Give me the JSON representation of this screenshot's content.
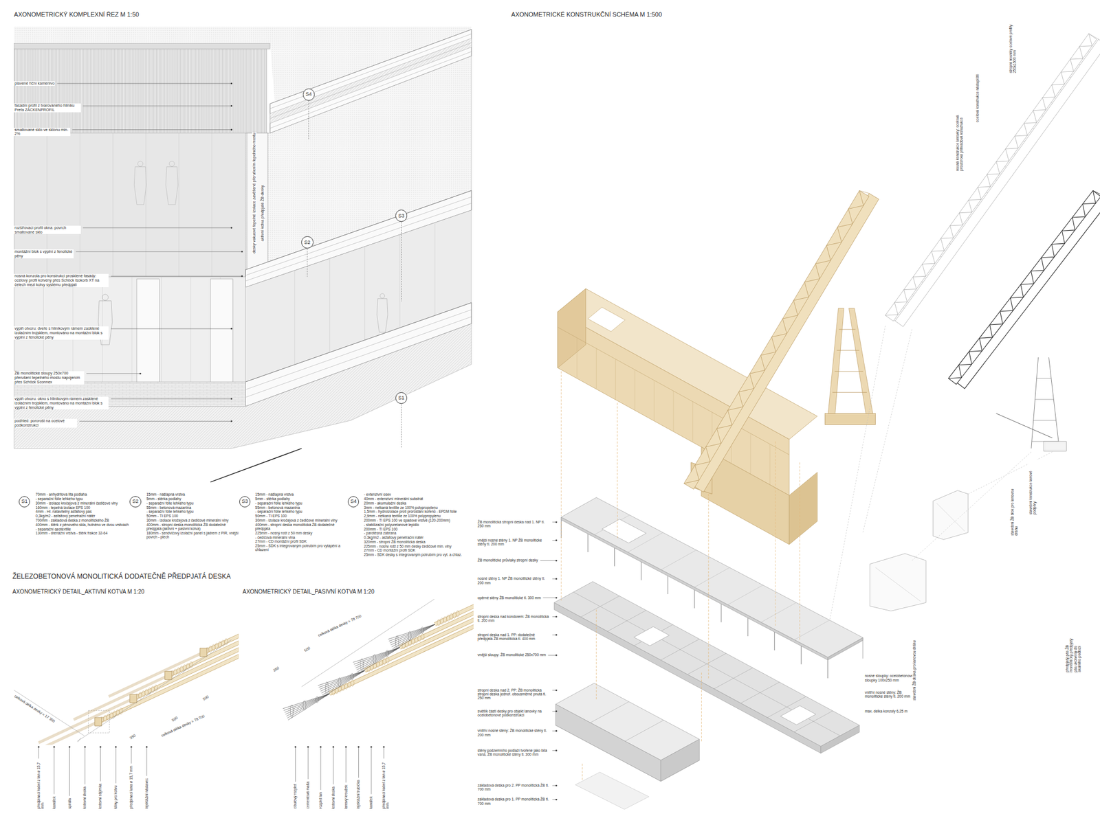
{
  "diagram": {
    "title": "AXONOMETRICKÝ KOMPLEXNÍ ŘEZ M 1:50",
    "nodes": [
      {
        "text": [
          "S4"
        ]
      },
      {
        "text": [
          "S3"
        ]
      },
      {
        "text": [
          "S2"
        ]
      },
      {
        "text": [
          "S1"
        ]
      },
      {
        "text": [
          "S1"
        ]
      },
      {
        "text": [
          "S2"
        ]
      },
      {
        "text": [
          "S3"
        ]
      },
      {
        "text": [
          "S4"
        ]
      }
    ],
    "labels": [
      "AXONOMETRICKÉ KONSTRUKČNÍ SCHÉMA M 1:500",
      "ŽELEZOBETONOVÁ MONOLITICKÁ DODATEČNĚ PŘEDPJATÁ DESKA",
      "AXONOMETRICKÝ DETAIL_AKTIVNÍ KOTVA M 1:20",
      "AXONOMETRICKÝ DETAIL_PASIVNÍ KOTVA M 1:20",
      "plavené říční kamenivo",
      "fasádní profil z tvarovaného hliníku Prefa ZACKENPROFIL",
      "smaltované sklo ve sklonu min. 2%",
      "rozšiřovací profil okna: povrch smaltované sklo",
      "montážní blok s výplní z fenolické pěny",
      "nosná konzola pro konstrukci prosklené fasády: ocelový profil kotvený přes Schöck Isokorb XT na čelech mezi kotvy systému předpjatí",
      "výplň otvoru: dveře s hliníkovým rámem zasklené izolačním trojsklem, montováno na montážní blok s výplní z fenolické pěny",
      "ŽB monolitické sloupy 250x700 přerušení tepelného mostu napojením přes Schöck Sconnex",
      "výplň otvoru: okno s hliníkovým rámem zasklené izolačním trojsklem, montováno na montážní blok s výplní z fenolické pěny",
      "podhled: pororošt na ocelové podkonstrukci",
      "desky vakuové tepelné izolace zavěšené přerušením tepelného mostu",
      "aktivní kotva předpjaté ŽB desky",
      "70mm - anhydritová litá podlaha",
      "- separační fólie lehkého typu",
      "30mm - izolace kročejová z minerální čedičové vlny",
      "160mm - tepelná izolace EPS 100",
      "4mm - Hr. natavitelný asfaltový pás",
      "0,3kg/m2 - asfaltový penetrační nátěr",
      "700mm - základová deska z monolitického ŽB",
      "400mm - štěrk z pěnového skla, hutněno ve dvou vrstvách",
      "- separační geotextilie",
      "130mm - drenážní vrstva - štěrk frakce 32-64",
      "15mm - nášlapná vrstva",
      "5mm - stěrka podlahy",
      "- separační fólie lehkého typu",
      "55mm - betonová mazanina",
      "- separační fólie lehkého typu",
      "50mm - TI EPS 100",
      "30mm - izolace kročejová z čedičové minerální vlny",
      "400mm - stropní deska monolitická ŽB dodatečně předpjatá (aktivní + pasivní kotva)",
      "180mm - sendvičový izolační panel s jádrem z PIR, vnější povrch - plech",
      "15mm - nášlapná vrstva",
      "5mm - stěrka podlahy",
      "- separační fólie lehkého typu",
      "55mm - betonová mazanina",
      "- separační fólie lehkého typu",
      "50mm - TI EPS 100",
      "30mm - izolace kročejová z čedičové minerální vlny",
      "400mm - stropní deska monolitická ŽB dodatečně předpjatá",
      "225mm - nosný rošt z 50 mm desky",
      "- čedičová minerální vlna",
      "27mm - CD montážní profil SDK",
      "25mm - SDK s integrovaným potrubím pro vytápění a chlazení",
      "- extenzivní osev",
      "40mm - extenzivní minerální substrát",
      "20mm - akumulační deska",
      "3mm - netkaná textilie ze 100% polypropylenu",
      "1,5mm - hydroizolace proti prorůstání kořenů - EPDM fólie",
      "2,9mm - netkaná textilie ze 100% polypropylenu",
      "200mm - TI EPS 100 ve spádové vrstvě (120-200mm)",
      "- stabilizační polyuretanové lepidlo",
      "200mm - TI EPS 100",
      "- parotěsná zábrana",
      "0,3kg/m2 - asfaltový penetrační nátěr",
      "320mm - stropní ŽB monolitická deska",
      "225mm - nosný rošt z 50 mm desky čedičové min. vlny",
      "27mm - CD montážní profil SDK",
      "25mm - SDK desky s integrovaným potrubím pro vyt. a chlaz.",
      "celková délka desky = 17 300",
      "celková délka desky = 78 700",
      "500",
      "500",
      "350",
      "celková délka desky = 78 700",
      "500",
      "350",
      "předpínací kabel z lan ø 15,7 mm",
      "kanálek",
      "spirála",
      "kotevní deska",
      "kotevní objímka",
      "klíny pro kotvu",
      "předpínací lana ø 15,7 mm",
      "injektážní nástavec",
      "cibulový rozplet",
      "cementová malta",
      "rozplet lan",
      "kotevní deska",
      "lanový kroužek",
      "injektážní trubička",
      "kanálek",
      "předpínací kabel z lan ø 15,7 mm",
      "ŽB monolitická stropní deska nad 1. NP tl. 250 mm",
      "vnější nosné stěny 1. NP ŽB monolitické stěny tl. 200 mm",
      "ŽB monolitické průvlaky stropní desky",
      "nosné stěny 1. NP ŽB monolitické stěny tl. 200 mm",
      "opěrné stěny ŽB monolitické tl. 300 mm",
      "stropní deska nad kondorem: ŽB monolitická tl. 200 mm",
      "stropní deska nad 1. PP: dodatečně předpjatá ŽB monolitická tl. 400 mm",
      "vnější sloupy: ŽB monolitické 250x700 mm",
      "stropní deska nad 2. PP: ŽB monolitická stropní deska jednoř. obousměrně pnutá tl. 250 mm",
      "světlík části desky pro objekt lanovky na ocelobetonové podkonstrukci",
      "vnitřní nosné stěny: ŽB monolitické stěny tl. 200 mm",
      "stěny podzemního podlaží tvořené jako bílá vana, ŽB monolitické stěny tl. 300 mm",
      "základová deska pro 2. PP monolitická ŽB tl. 700 mm",
      "základová deska pro 1. PP monolitická ŽB tl. 700 mm",
      "nosné sloupky: ocelobetonové sloupky 100x250 mm",
      "vnitřní nosné stěny: ŽB monolitické stěny tl. 200 mm",
      "max. délka konzoly 6,25 m",
      "stropní nosníky ocelové profily 250x1500 mm",
      "ocelová konstrukce nástupiště",
      "nosná konstrukce lanovky: ocelová prostorová příhradová konstrukce",
      "stavební ŽB blok pro lanovou dráhu",
      "stavební konstrukce lanové podpěry",
      "předpjatý pás ŽB monolitický předpjatý pás ukotvený do skalního podloží",
      "stavební ŽB deska pro lanovou dráhu"
    ]
  }
}
